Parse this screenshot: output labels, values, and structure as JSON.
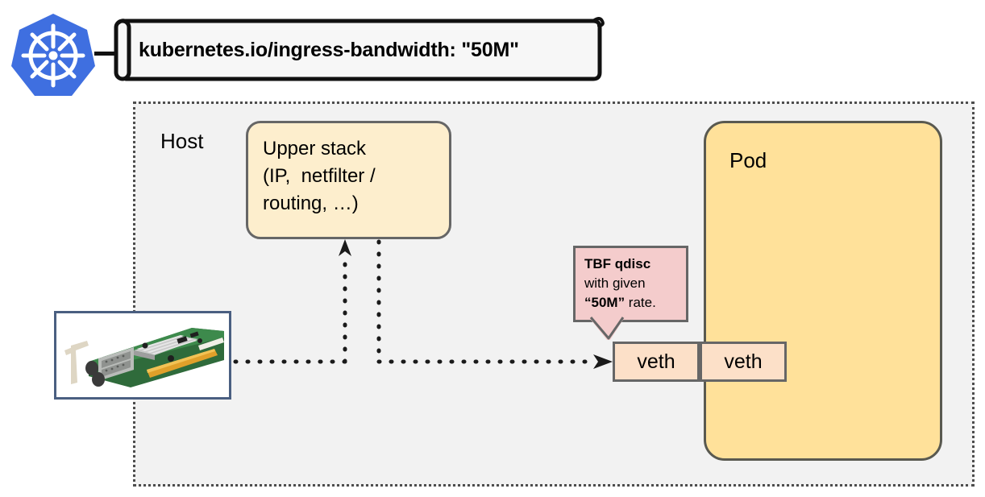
{
  "diagram": {
    "title": "Kubernetes ingress bandwidth shaping via TBF qdisc on veth",
    "type": "network-architecture-diagram"
  },
  "annotation": {
    "icon": "kubernetes-logo-icon",
    "text": "kubernetes.io/ingress-bandwidth: \"50M\"",
    "key": "kubernetes.io/ingress-bandwidth",
    "value": "50M",
    "shape": "note-scroll-banner",
    "fill": "#f7f7f7",
    "stroke": "#111111"
  },
  "host": {
    "label": "Host",
    "fill": "#f2f2f2",
    "border_style": "dotted",
    "border_color": "#4d4d4d"
  },
  "upper_stack": {
    "lines": [
      "Upper stack",
      "(IP,  netfilter /",
      "routing, …)"
    ],
    "fill": "#fdeecd",
    "stroke": "#666666"
  },
  "pod": {
    "label": "Pod",
    "fill": "#ffe19a",
    "stroke": "#595950"
  },
  "nic": {
    "label": "network-interface-card-photo",
    "border_color": "#4a5f81"
  },
  "veth_pair": [
    {
      "label": "veth",
      "side": "host"
    },
    {
      "label": "veth",
      "side": "pod"
    }
  ],
  "veth_style": {
    "fill": "#fce0c8",
    "stroke": "#666666"
  },
  "tbf_callout": {
    "lines": [
      {
        "text": "TBF qdisc",
        "bold": true
      },
      {
        "text": "with given",
        "bold": false
      },
      {
        "text": "“50M” rate.",
        "bold": false,
        "bold_prefix": "“50M”"
      }
    ],
    "bold_part": "“50M”",
    "rest_part": " rate.",
    "fill": "#f4cccc",
    "stroke": "#666666"
  },
  "flows": {
    "line_style": "dotted",
    "line_color": "#1a1a1a",
    "arrows": [
      {
        "name": "arrow-to-upper-stack",
        "direction": "up"
      },
      {
        "name": "arrow-to-veth",
        "direction": "right"
      }
    ]
  }
}
